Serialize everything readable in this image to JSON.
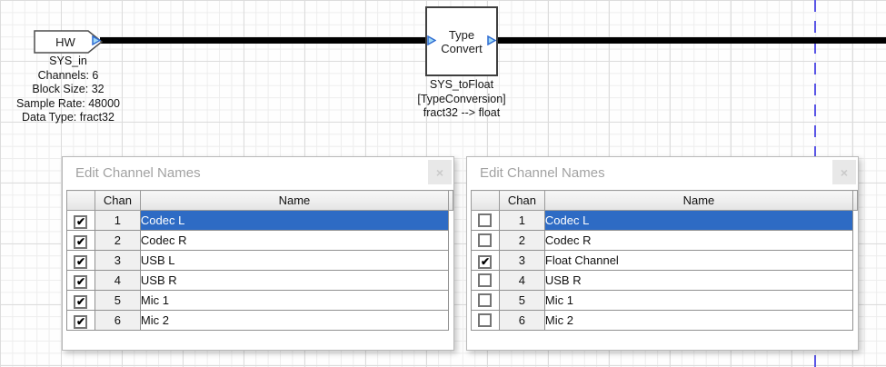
{
  "check_glyph": "✔",
  "canvas": {
    "hw_block": {
      "label": "HW",
      "caption": [
        "SYS_in",
        "Channels: 6",
        "Block Size: 32",
        "Sample Rate: 48000",
        "Data Type: fract32"
      ]
    },
    "type_convert_block": {
      "label_top": "Type",
      "label_bottom": "Convert",
      "caption": [
        "SYS_toFloat",
        "[TypeConversion]",
        "fract32 --> float"
      ]
    }
  },
  "dialogs": [
    {
      "title": "Edit Channel Names",
      "close_label": "×",
      "columns": {
        "check": "",
        "chan": "Chan",
        "name": "Name"
      },
      "rows": [
        {
          "checked": true,
          "selected": true,
          "chan": "1",
          "name": "Codec L"
        },
        {
          "checked": true,
          "selected": false,
          "chan": "2",
          "name": "Codec R"
        },
        {
          "checked": true,
          "selected": false,
          "chan": "3",
          "name": "USB L"
        },
        {
          "checked": true,
          "selected": false,
          "chan": "4",
          "name": "USB R"
        },
        {
          "checked": true,
          "selected": false,
          "chan": "5",
          "name": "Mic 1"
        },
        {
          "checked": true,
          "selected": false,
          "chan": "6",
          "name": "Mic 2"
        }
      ]
    },
    {
      "title": "Edit Channel Names",
      "close_label": "×",
      "columns": {
        "check": "",
        "chan": "Chan",
        "name": "Name"
      },
      "rows": [
        {
          "checked": false,
          "selected": true,
          "chan": "1",
          "name": "Codec L"
        },
        {
          "checked": false,
          "selected": false,
          "chan": "2",
          "name": "Codec R"
        },
        {
          "checked": true,
          "selected": false,
          "chan": "3",
          "name": "Float Channel"
        },
        {
          "checked": false,
          "selected": false,
          "chan": "4",
          "name": "USB R"
        },
        {
          "checked": false,
          "selected": false,
          "chan": "5",
          "name": "Mic 1"
        },
        {
          "checked": false,
          "selected": false,
          "chan": "6",
          "name": "Mic 2"
        }
      ]
    }
  ],
  "colors": {
    "selection": "#2e6bc4",
    "wire": "#000000",
    "pin_fill": "#9fd9f6",
    "pin_stroke": "#2f6bd1",
    "guide_line": "#5b57e6"
  }
}
